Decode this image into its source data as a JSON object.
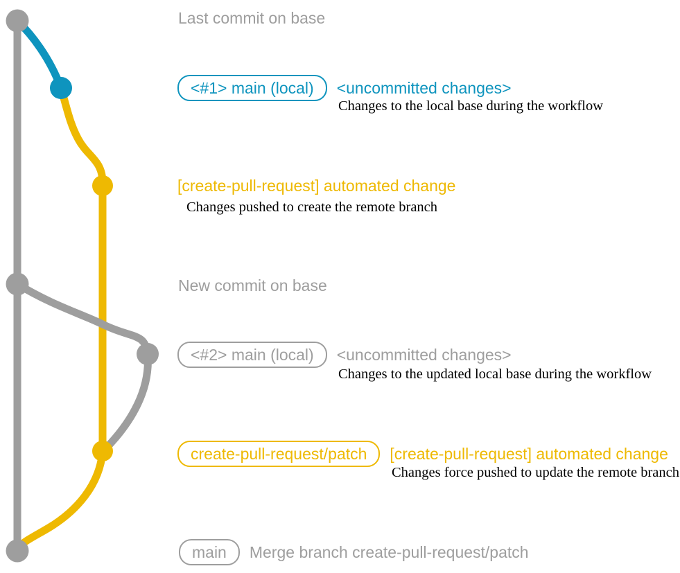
{
  "diagram": {
    "type": "git-branch-workflow",
    "colors": {
      "base_gray": "#9e9e9e",
      "local_blue": "#0e94be",
      "branch_yellow": "#eeb902",
      "description_black": "#000000"
    },
    "events": [
      {
        "title": "Last commit on base"
      },
      {
        "branch_label": "<#1> main (local)",
        "heading": "<uncommitted changes>",
        "description": "Changes to the local base during the workflow"
      },
      {
        "heading": "[create-pull-request] automated change",
        "description": "Changes pushed to create the remote branch"
      },
      {
        "title": "New commit on base"
      },
      {
        "branch_label": "<#2> main (local)",
        "heading": "<uncommitted changes>",
        "description": "Changes to the updated local base during the workflow"
      },
      {
        "branch_label": "create-pull-request/patch",
        "heading": "[create-pull-request] automated change",
        "description": "Changes force pushed to update the remote branch"
      },
      {
        "branch_label": "main",
        "heading": "Merge branch create-pull-request/patch"
      }
    ]
  }
}
